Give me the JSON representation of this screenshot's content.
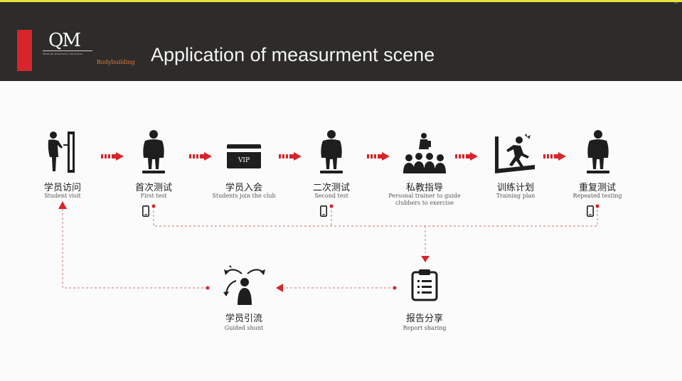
{
  "header": {
    "logo": "QM",
    "logo_tagline": "Medical Aesthetic Solutions",
    "subtitle": "Bodybuilding",
    "title": "Application of measurment scene"
  },
  "steps": [
    {
      "cn": "学员访问",
      "en": "Student visit",
      "icon": "person-at-door-icon"
    },
    {
      "cn": "首次测试",
      "en": "First test",
      "icon": "person-on-scale-icon"
    },
    {
      "cn": "学员入会",
      "en": "Students join the club",
      "icon": "vip-card-icon"
    },
    {
      "cn": "二次测试",
      "en": "Second test",
      "icon": "person-on-scale-icon"
    },
    {
      "cn": "私教指导",
      "en": "Personal trainer to guide clubbers to exercise",
      "icon": "trainer-group-icon"
    },
    {
      "cn": "训练计划",
      "en": "Training plan",
      "icon": "treadmill-runner-icon"
    },
    {
      "cn": "重复测试",
      "en": "Repeated testing",
      "icon": "person-on-scale-icon"
    }
  ],
  "report": {
    "cn": "报告分享",
    "en": "Report sharing",
    "icon": "clipboard-icon"
  },
  "shunt": {
    "cn": "学员引流",
    "en": "Guided shunt",
    "icon": "guided-shunt-icon"
  },
  "colors": {
    "accent": "#d8242b",
    "header_bg": "#2d2c2a",
    "icon": "#1e1e1e"
  }
}
